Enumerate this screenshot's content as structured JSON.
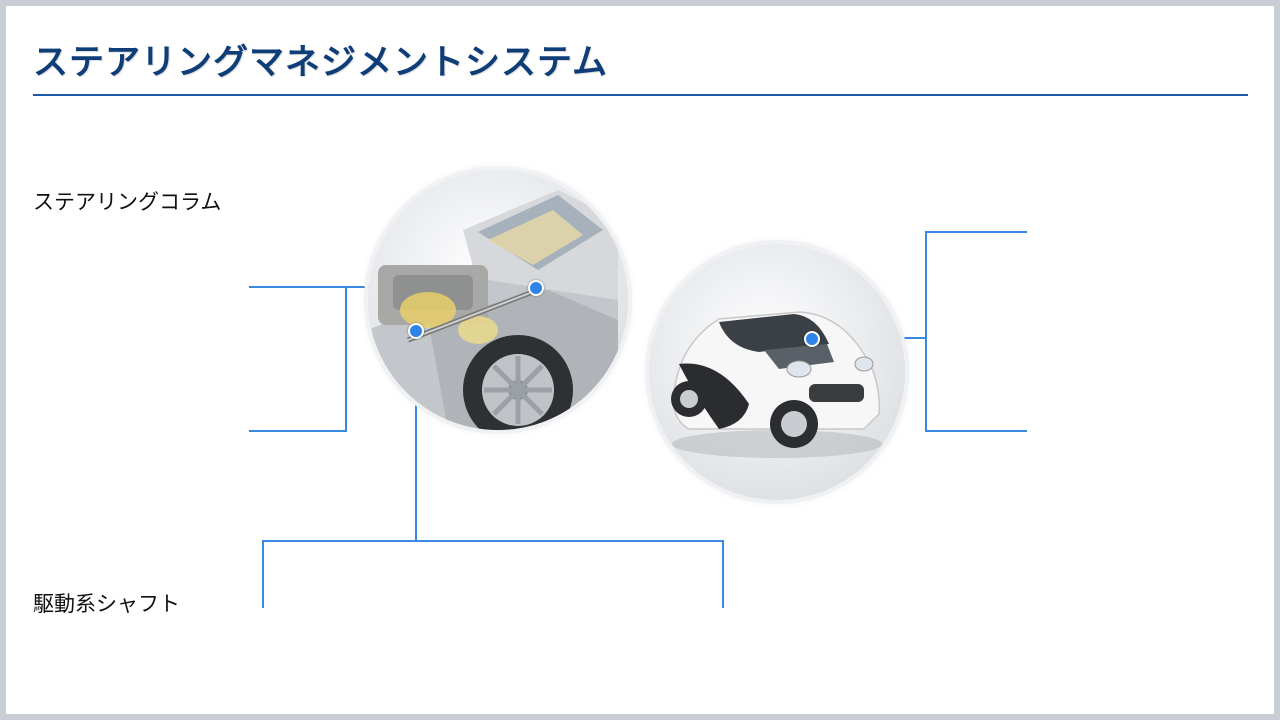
{
  "slide": {
    "title": "ステアリングマネジメントシステム",
    "labels": {
      "steering_column": "ステアリングコラム",
      "drive_shaft": "駆動系シャフト"
    },
    "images": {
      "left": "engine-bay-cutaway",
      "right": "compact-white-car"
    }
  },
  "colors": {
    "title": "#0f3d78",
    "rule": "#1b5aa6",
    "connector": "#3a89e0",
    "dot": "#2f84e6"
  }
}
